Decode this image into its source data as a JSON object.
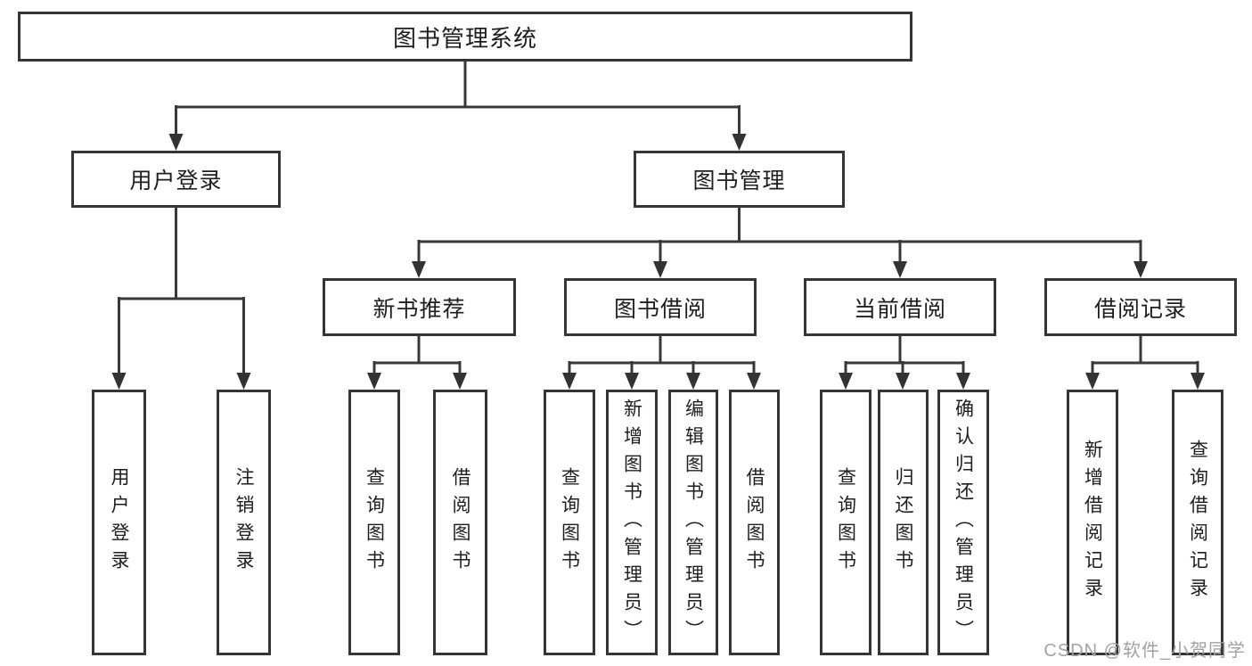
{
  "tree": {
    "label": "图书管理系统",
    "children": [
      {
        "label": "用户登录",
        "children": [
          {
            "label": "用户登录"
          },
          {
            "label": "注销登录"
          }
        ]
      },
      {
        "label": "图书管理",
        "children": [
          {
            "label": "新书推荐",
            "children": [
              {
                "label": "查询图书"
              },
              {
                "label": "借阅图书"
              }
            ]
          },
          {
            "label": "图书借阅",
            "children": [
              {
                "label": "查询图书"
              },
              {
                "label": "新增图书（管理员）"
              },
              {
                "label": "编辑图书（管理员）"
              },
              {
                "label": "借阅图书"
              }
            ]
          },
          {
            "label": "当前借阅",
            "children": [
              {
                "label": "查询图书"
              },
              {
                "label": "归还图书"
              },
              {
                "label": "确认归还（管理员）"
              }
            ]
          },
          {
            "label": "借阅记录",
            "children": [
              {
                "label": "新增借阅记录"
              },
              {
                "label": "查询借阅记录"
              }
            ]
          }
        ]
      }
    ]
  },
  "watermark": {
    "text": "CSDN @软件_小贺同学"
  },
  "colors": {
    "line": "#383838",
    "box_border": "#353535",
    "text": "#1e1e1e",
    "watermark": "#a2a2a2",
    "background": "#ffffff"
  }
}
